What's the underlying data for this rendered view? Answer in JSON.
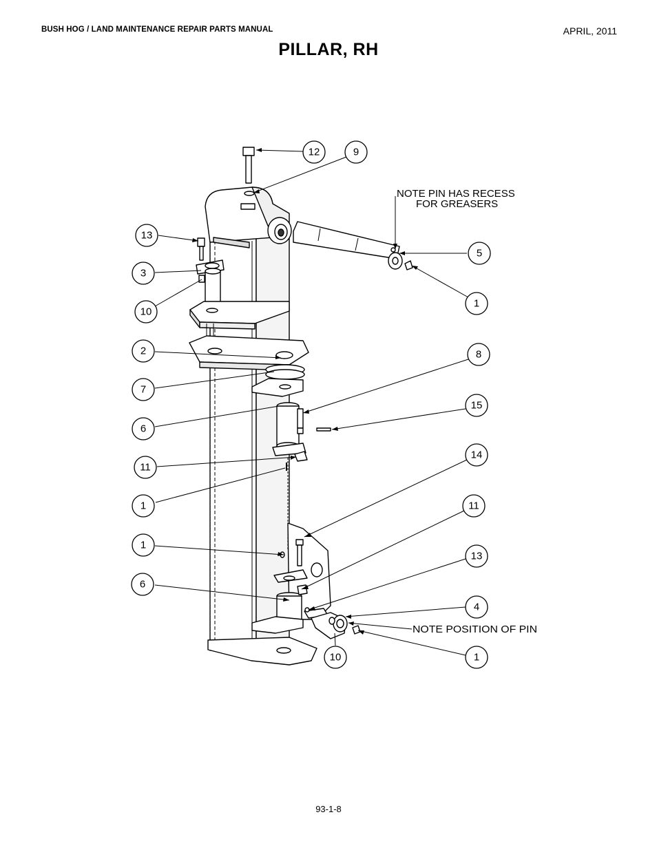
{
  "header": {
    "manual_title": "BUSH HOG / LAND MAINTENANCE REPAIR PARTS MANUAL",
    "date": "APRIL, 2011"
  },
  "page_title": "PILLAR, RH",
  "footer": {
    "page_number": "93-1-8"
  },
  "notes": {
    "pin_recess_line1": "NOTE PIN HAS RECESS",
    "pin_recess_line2": "FOR GREASERS",
    "pin_position": "NOTE POSITION OF PIN"
  },
  "callouts": {
    "c12": "12",
    "c9": "9",
    "c13a": "13",
    "c3": "3",
    "c10a": "10",
    "c5": "5",
    "c1a": "1",
    "c2": "2",
    "c8": "8",
    "c7": "7",
    "c15": "15",
    "c6a": "6",
    "c11a": "11",
    "c14": "14",
    "c1b": "1",
    "c11b": "11",
    "c1c": "1",
    "c13b": "13",
    "c6b": "6",
    "c4": "4",
    "c1d": "1",
    "c10b": "10"
  }
}
